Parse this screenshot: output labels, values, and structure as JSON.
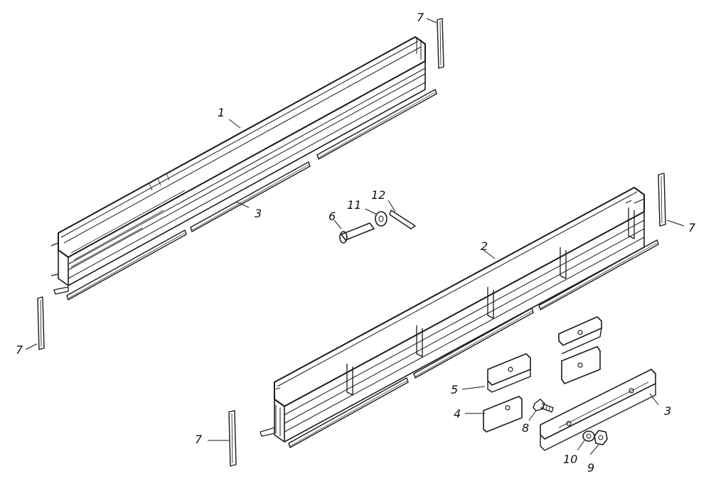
{
  "diagram": {
    "callouts": {
      "c1": "1",
      "c2": "2",
      "c3a": "3",
      "c3b": "3",
      "c4": "4",
      "c5": "5",
      "c6": "6",
      "c7a": "7",
      "c7b": "7",
      "c7c": "7",
      "c7d": "7",
      "c8": "8",
      "c9": "9",
      "c10": "10",
      "c11": "11",
      "c12": "12"
    },
    "colors": {
      "line": "#1a1a1a",
      "background": "#ffffff"
    }
  }
}
